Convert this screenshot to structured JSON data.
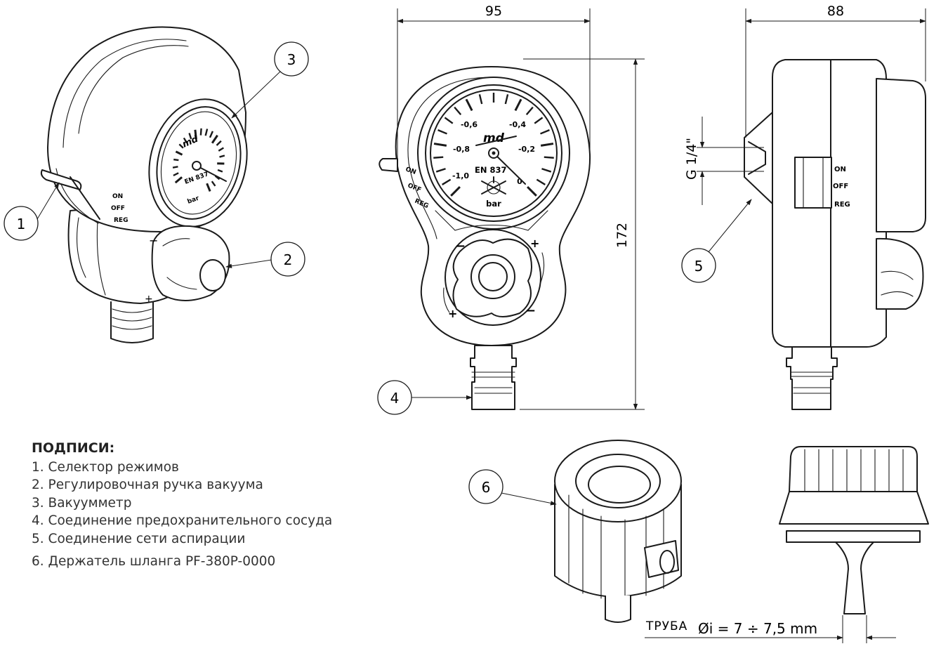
{
  "callouts": [
    {
      "id": "1"
    },
    {
      "id": "2"
    },
    {
      "id": "3"
    },
    {
      "id": "4"
    },
    {
      "id": "5"
    },
    {
      "id": "6"
    }
  ],
  "dimensions": {
    "front_width": "95",
    "side_width": "88",
    "height": "172",
    "thread": "G 1/4\"",
    "tube_label": "ТРУБА",
    "tube_diameter": "Øi = 7 ÷ 7,5 mm"
  },
  "gauge": {
    "brand": "md",
    "standard_front": "EN 837",
    "standard_iso": "EN 837",
    "unit": "bar",
    "scale": [
      "-1,0",
      "-0,8",
      "-0,6",
      "-0,4",
      "-0,2",
      "0"
    ]
  },
  "selector_labels": [
    "ON",
    "OFF",
    "REG"
  ],
  "knob_signs": {
    "plus": "+",
    "minus": "−"
  },
  "legend": {
    "title": "ПОДПИСИ:",
    "items": [
      "1. Селектор режимов",
      "2. Регулировочная ручка вакуума",
      "3. Вакуумметр",
      "4. Соединение предохранительного сосуда",
      "5. Соединение сети аспирации",
      "6. Держатель шланга PF-380P-0000"
    ]
  }
}
